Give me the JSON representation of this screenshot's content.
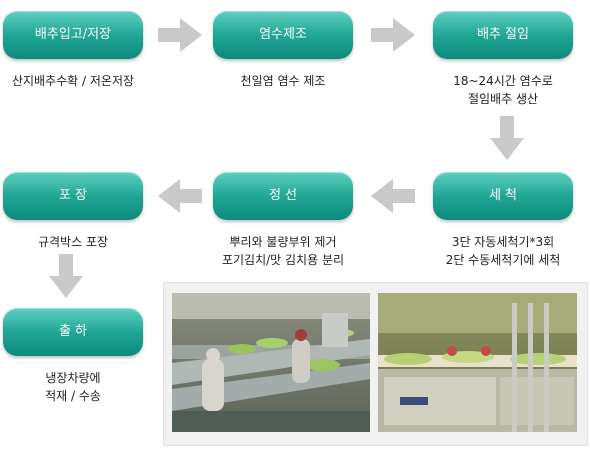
{
  "steps": {
    "s1": {
      "label": "배추입고/저장",
      "caption": "산지배추수확 / 저온저장"
    },
    "s2": {
      "label": "염수제조",
      "caption": "천일염 염수 제조"
    },
    "s3": {
      "label": "배추 절임",
      "caption": "18~24시간 염수로\n절임배추 생산"
    },
    "s4": {
      "label": "세    척",
      "caption": "3단 자동세척기*3회\n2단 수동세척기에 세척"
    },
    "s5": {
      "label": "정    선",
      "caption": "뿌리와 불량부위 제거\n포기김치/맛 김치용 분리"
    },
    "s6": {
      "label": "포    장",
      "caption": "규격박스 포장"
    },
    "s7": {
      "label": "출    하",
      "caption": "냉장차량에\n적재 / 수송"
    }
  },
  "colors": {
    "step_accent": "#1fa593",
    "arrow": "#c9c9c9"
  }
}
